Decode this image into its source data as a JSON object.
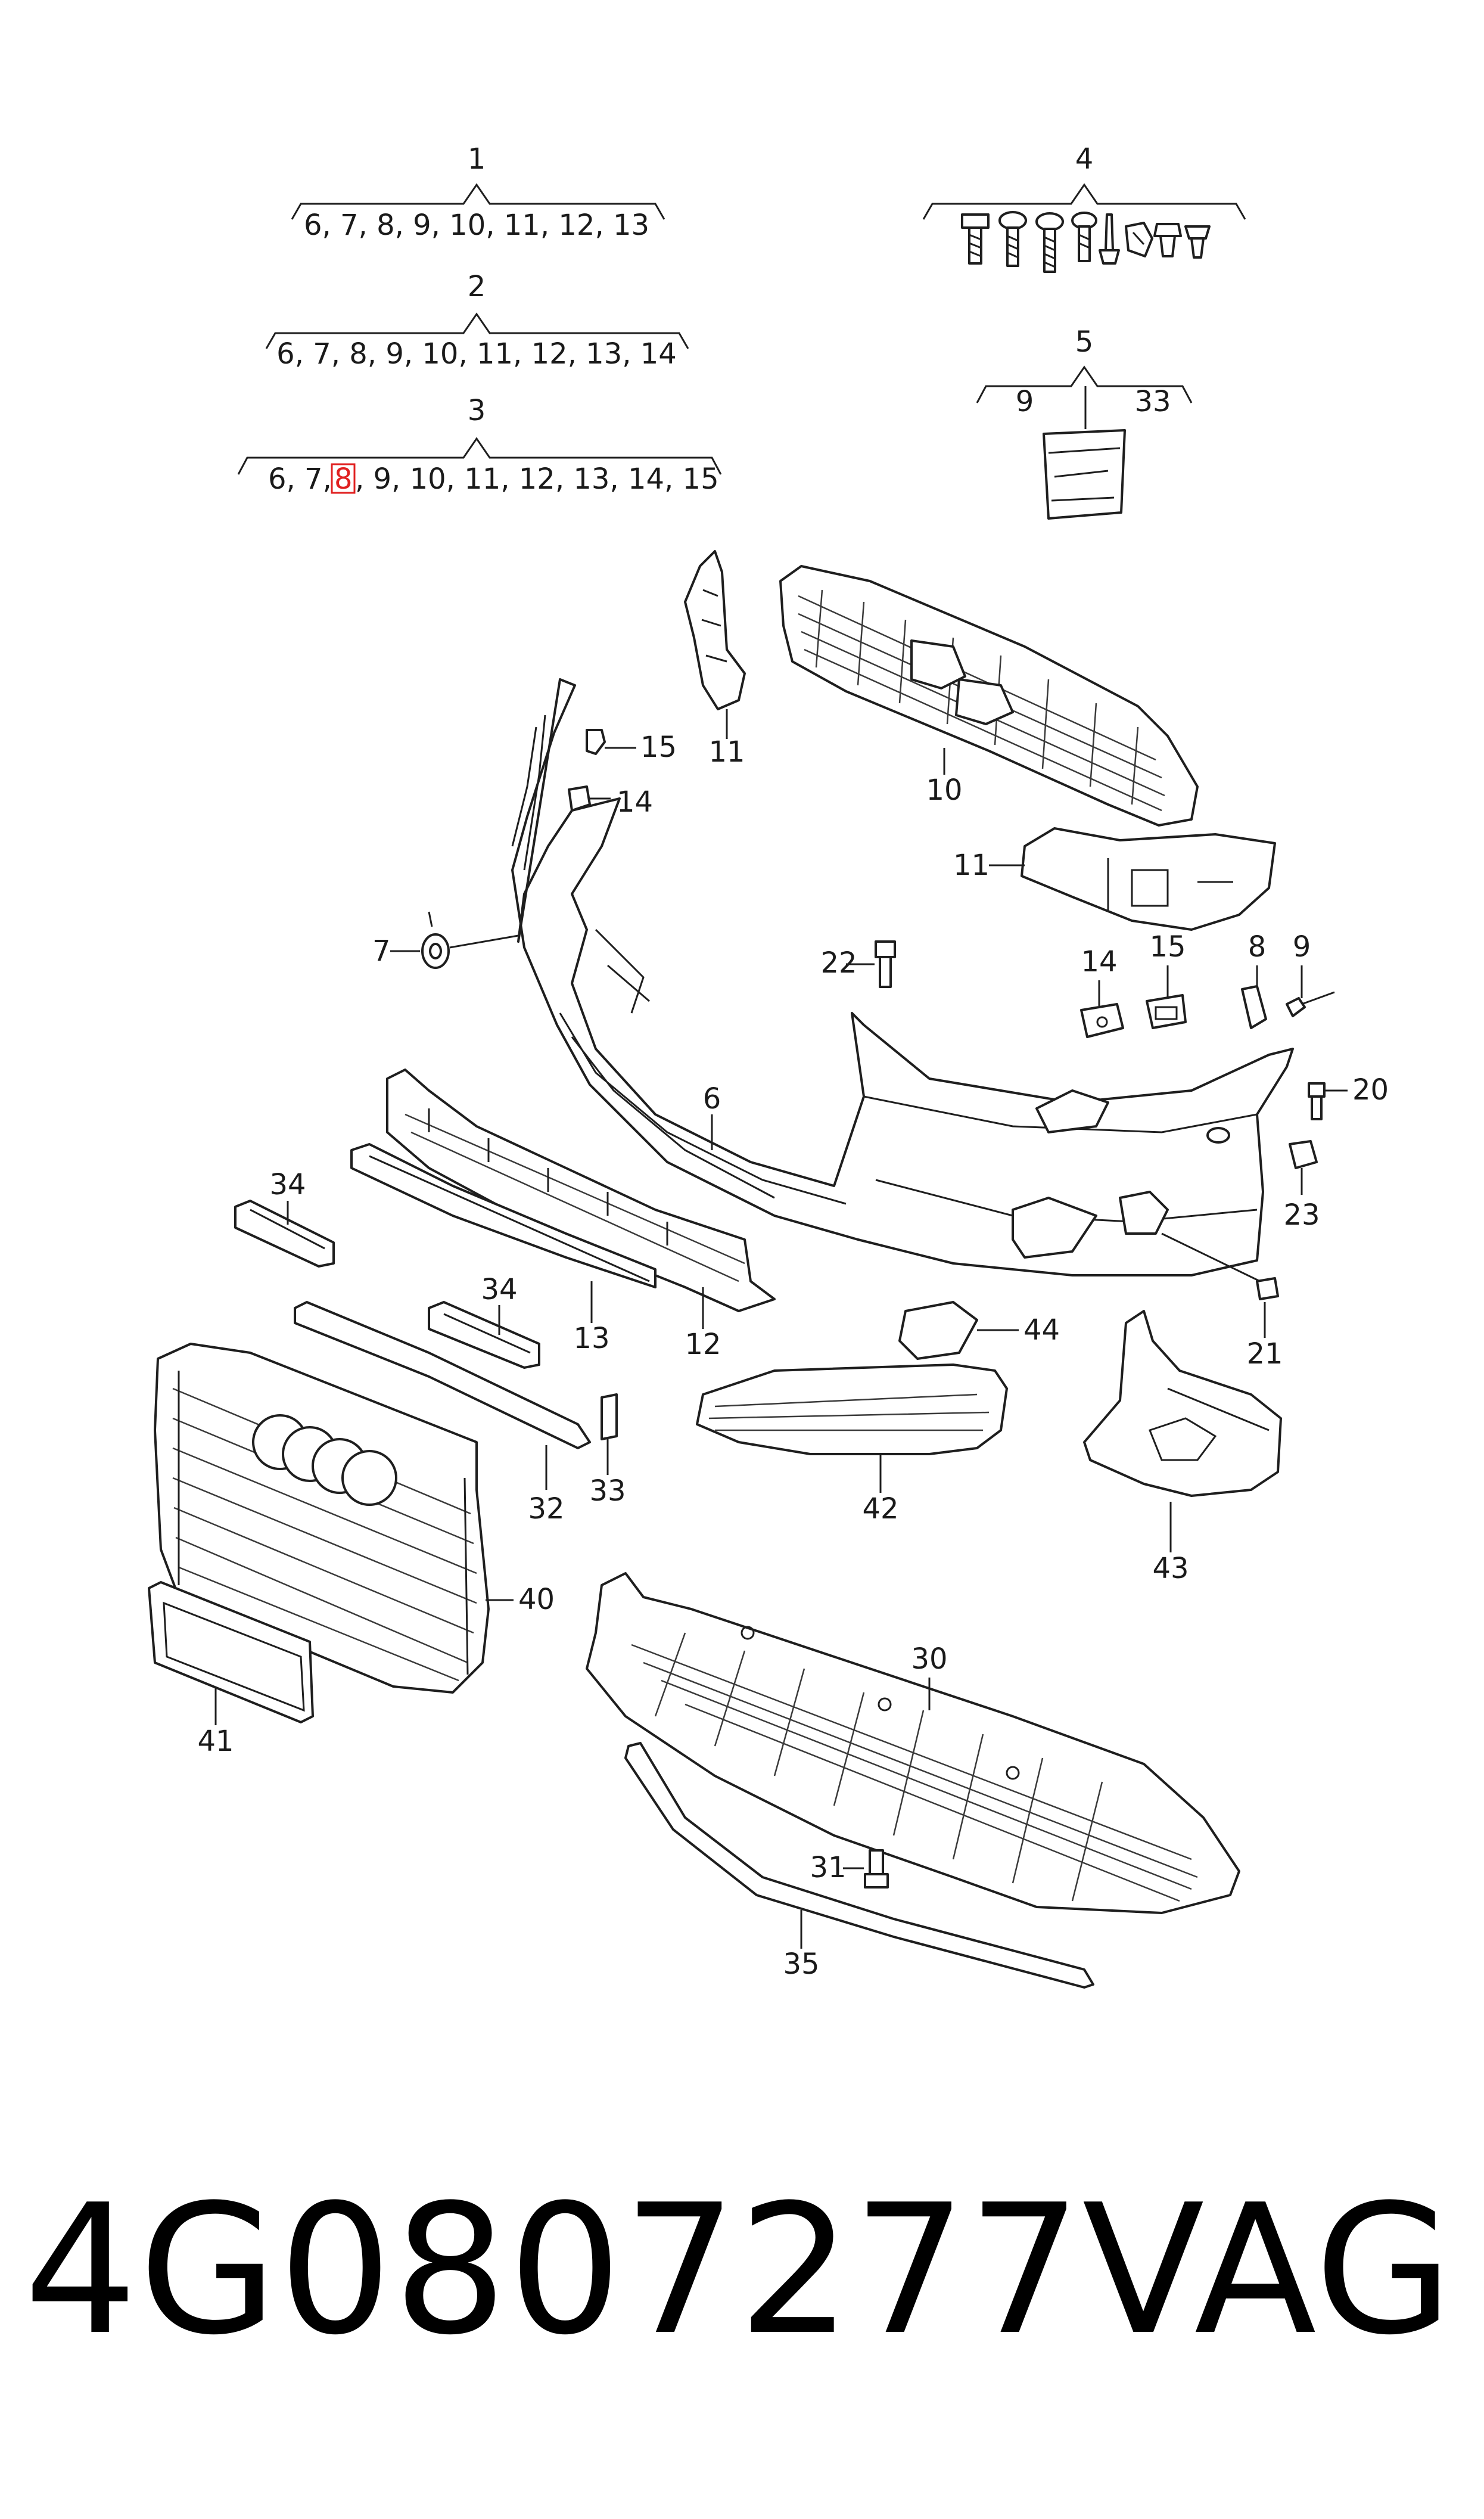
{
  "groups": [
    {
      "num": "1",
      "parts": "6, 7, 8, 9, 10, 11, 12, 13"
    },
    {
      "num": "2",
      "parts": "6, 7, 8, 9, 10, 11, 12, 13, 14"
    },
    {
      "num": "3",
      "parts_before": "6, 7, ",
      "highlight": "8",
      "parts_after": ", 9, 10, 11, 12, 13, 14, 15"
    },
    {
      "num": "4"
    },
    {
      "num": "5",
      "left": "9",
      "right": "33"
    }
  ],
  "callouts": {
    "p6": "6",
    "p7": "7",
    "p8": "8",
    "p9": "9",
    "p10": "10",
    "p11a": "11",
    "p11b": "11",
    "p12": "12",
    "p13": "13",
    "p14a": "14",
    "p14b": "14",
    "p15a": "15",
    "p15b": "15",
    "p20": "20",
    "p21": "21",
    "p22": "22",
    "p23": "23",
    "p30": "30",
    "p31": "31",
    "p32": "32",
    "p33": "33",
    "p34a": "34",
    "p34b": "34",
    "p35": "35",
    "p40": "40",
    "p41": "41",
    "p42": "42",
    "p43": "43",
    "p44": "44"
  },
  "footer": {
    "part_number": "4G0807277",
    "brand": "VAG"
  },
  "colors": {
    "highlight": "#e02020",
    "line": "#1e1e1e"
  }
}
